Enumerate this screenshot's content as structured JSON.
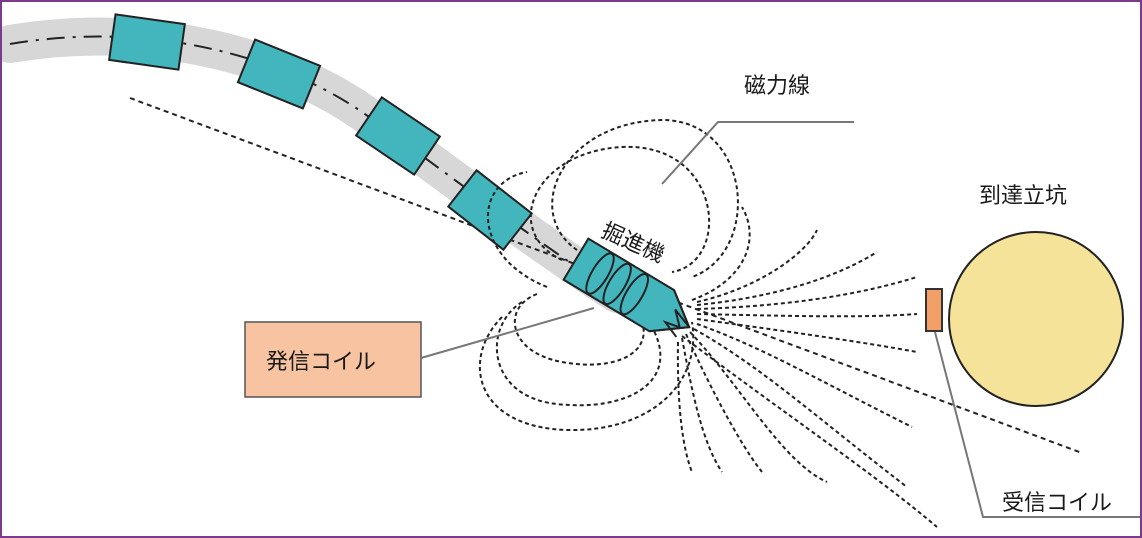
{
  "labels": {
    "magnetic_lines": "磁力線",
    "machine": "掘進機",
    "arrival_shaft": "到達立坑",
    "transmit_coil": "発信コイル",
    "receive_coil": "受信コイル"
  },
  "colors": {
    "frame": "#7a3b8f",
    "pipe": "#d7d7d7",
    "segment": "#43b6bd",
    "shaft": "#f6e39a",
    "callout": "#f7c3a0",
    "receiver": "#f2a067"
  }
}
